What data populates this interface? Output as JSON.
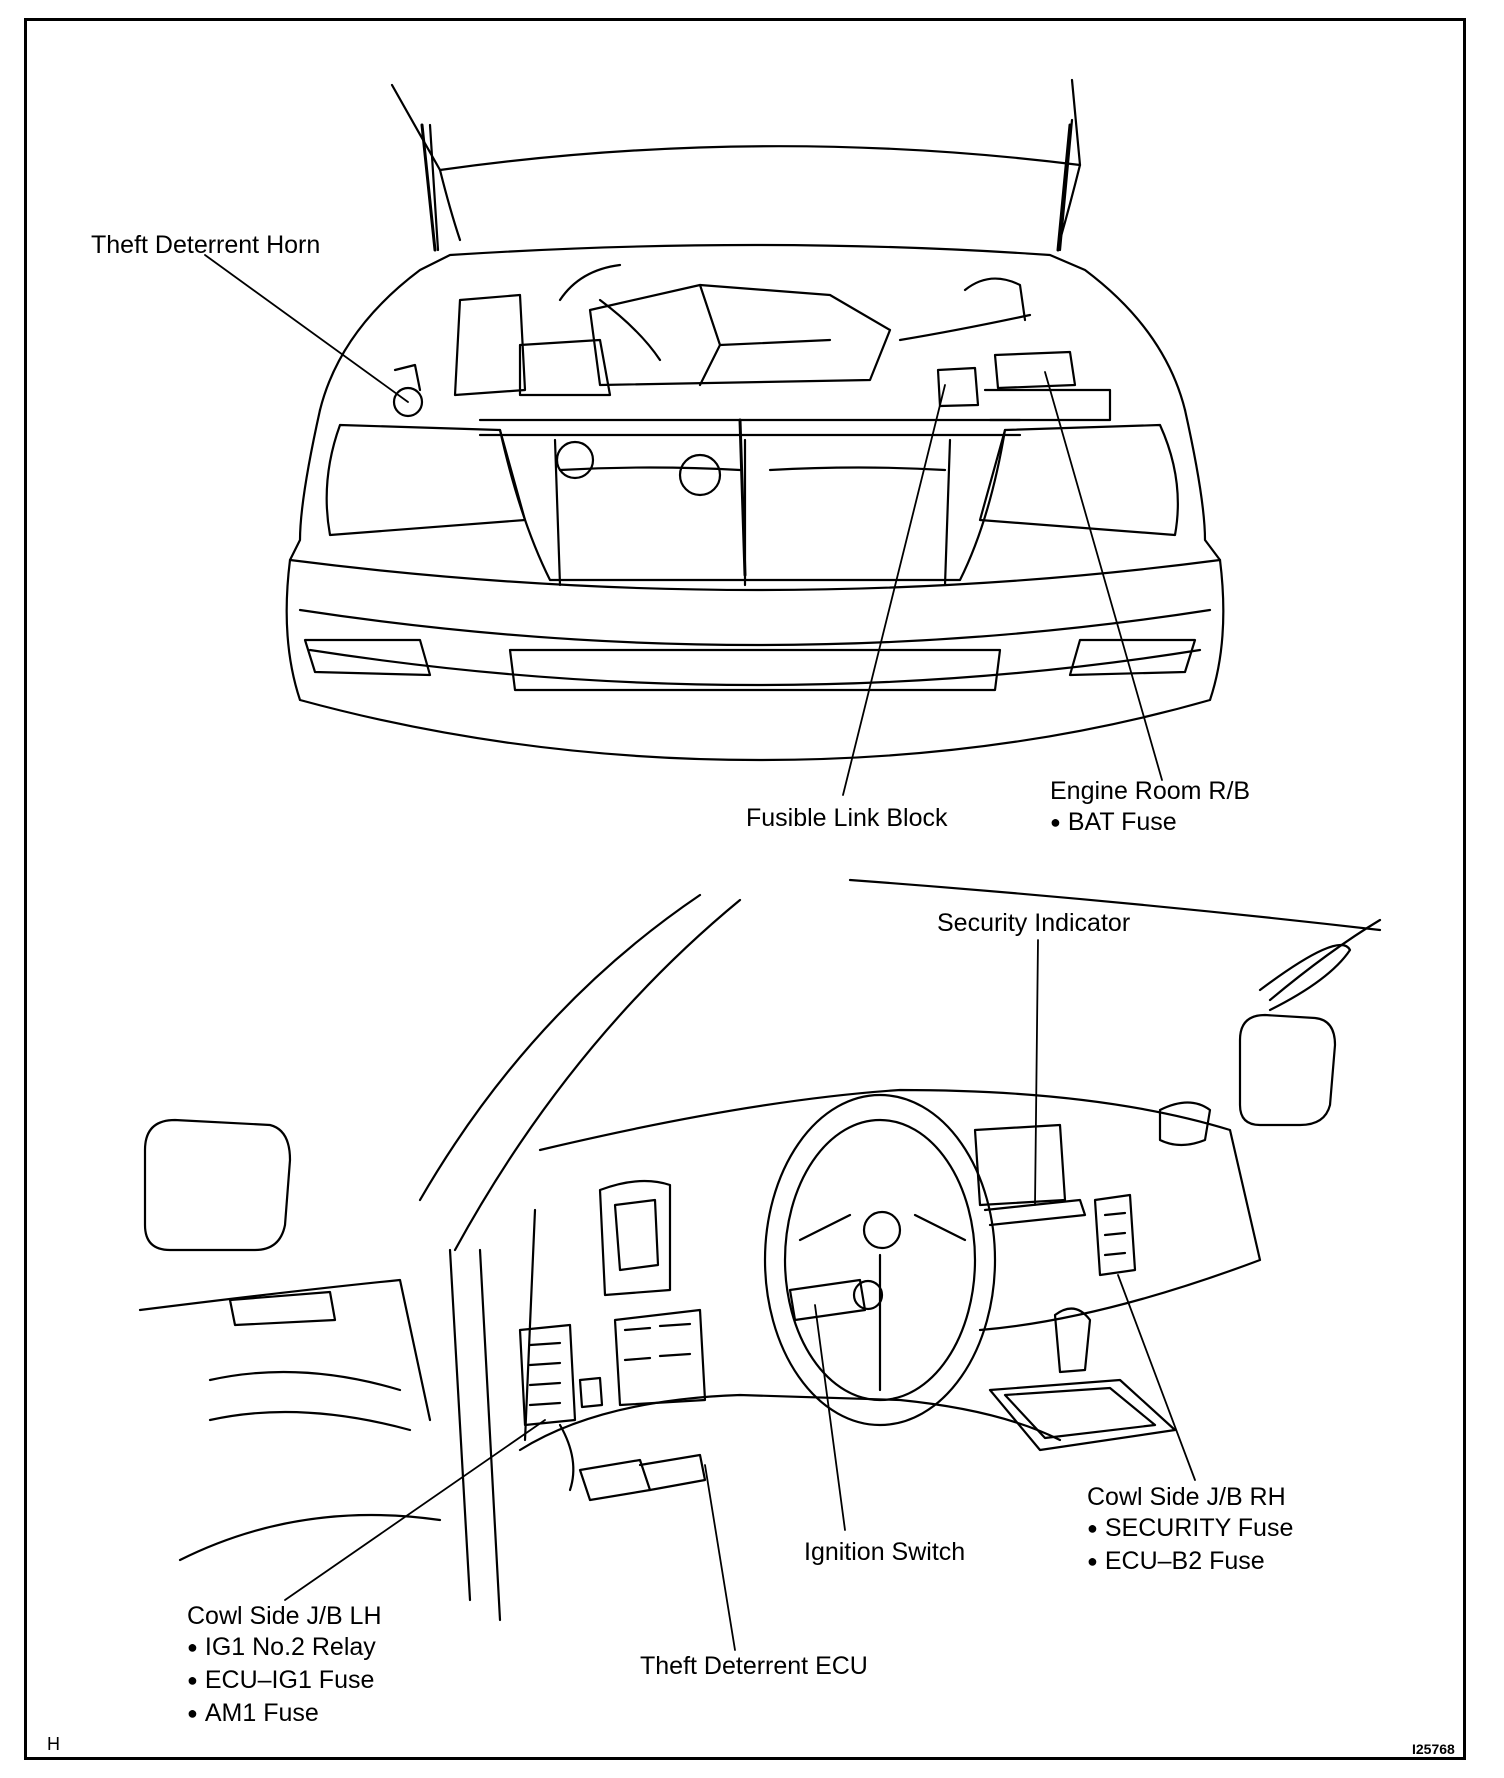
{
  "engine_bay": {
    "theft_deterrent_horn": "Theft Deterrent Horn",
    "fusible_link_block": "Fusible Link Block",
    "engine_room_rb": {
      "title": "Engine Room R/B",
      "items": [
        "BAT Fuse"
      ]
    }
  },
  "cabin": {
    "security_indicator": "Security Indicator",
    "cowl_side_jb_rh": {
      "title": "Cowl Side J/B RH",
      "items": [
        "SECURITY Fuse",
        "ECU–B2 Fuse"
      ]
    },
    "ignition_switch": "Ignition Switch",
    "theft_deterrent_ecu": "Theft Deterrent ECU",
    "cowl_side_jb_lh": {
      "title": "Cowl Side J/B LH",
      "items": [
        "IG1 No.2 Relay",
        "ECU–IG1 Fuse",
        "AM1 Fuse"
      ]
    }
  },
  "corner_mark": "H",
  "figure_id": "I25768"
}
